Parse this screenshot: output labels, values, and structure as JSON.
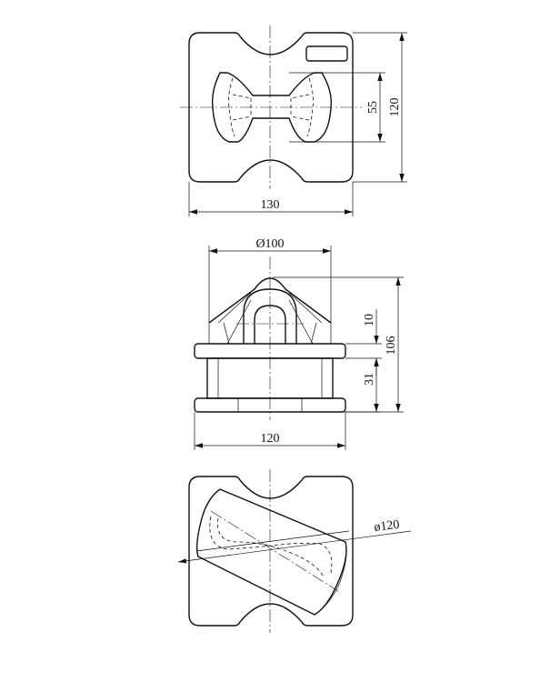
{
  "views": {
    "top": {
      "dims": {
        "width": "130",
        "height": "120",
        "waist": "55"
      }
    },
    "front": {
      "dims": {
        "diameter": "Ø100",
        "width": "120",
        "height": "106",
        "ear": "10",
        "base": "31"
      }
    },
    "bottom": {
      "dims": {
        "diameter": "ø120"
      }
    }
  }
}
